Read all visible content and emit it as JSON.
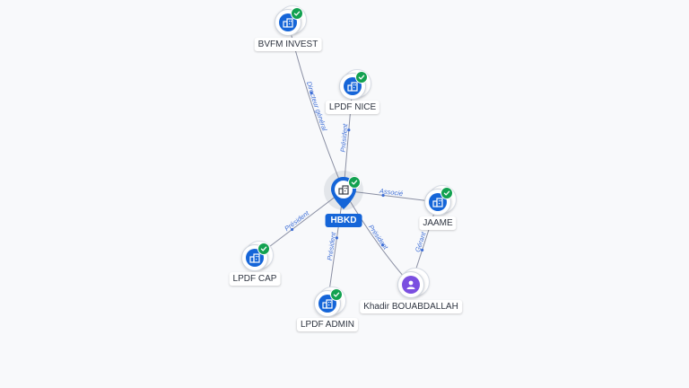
{
  "colors": {
    "edge": "#8a8fa3",
    "edge_label": "#3f6fd6",
    "company": "#1565d8",
    "person": "#7b4fe0",
    "verified": "#12a150"
  },
  "nodes": [
    {
      "id": "hbkd",
      "label": "HBKD",
      "kind": "company-main",
      "icon": "building-icon",
      "verified": true
    },
    {
      "id": "bvfm",
      "label": "BVFM INVEST",
      "kind": "company",
      "icon": "building-icon",
      "verified": true
    },
    {
      "id": "lpdf_nice",
      "label": "LPDF NICE",
      "kind": "company",
      "icon": "building-icon",
      "verified": true
    },
    {
      "id": "jaame",
      "label": "JAAME",
      "kind": "company",
      "icon": "building-icon",
      "verified": true
    },
    {
      "id": "lpdf_cap",
      "label": "LPDF CAP",
      "kind": "company",
      "icon": "building-icon",
      "verified": true
    },
    {
      "id": "lpdf_admin",
      "label": "LPDF ADMIN",
      "kind": "company",
      "icon": "building-icon",
      "verified": true
    },
    {
      "id": "khadir",
      "label": "Khadir BOUABDALLAH",
      "kind": "person",
      "icon": "person-icon",
      "verified": false
    }
  ],
  "edges": [
    {
      "from": "bvfm",
      "to": "hbkd",
      "label": "Directeur général"
    },
    {
      "from": "lpdf_nice",
      "to": "hbkd",
      "label": "Président"
    },
    {
      "from": "hbkd",
      "to": "jaame",
      "label": "Associé"
    },
    {
      "from": "lpdf_cap",
      "to": "hbkd",
      "label": "Président"
    },
    {
      "from": "hbkd",
      "to": "lpdf_admin",
      "label": "Président"
    },
    {
      "from": "khadir",
      "to": "hbkd",
      "label": "Président"
    },
    {
      "from": "khadir",
      "to": "jaame",
      "label": "Gérant"
    }
  ]
}
